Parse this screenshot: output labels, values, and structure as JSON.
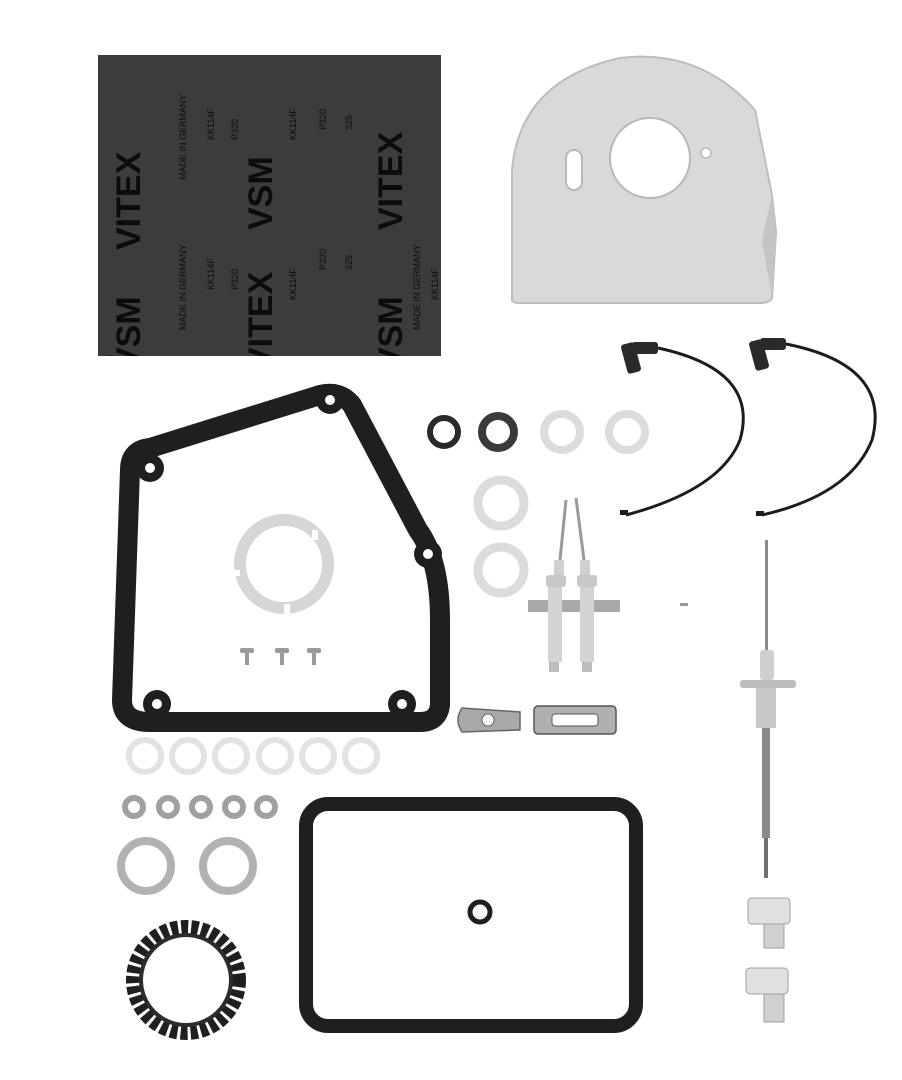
{
  "image": {
    "type": "product-photo",
    "background": "#ffffff"
  },
  "sandpaper": {
    "brand_a": "VSM",
    "brand_b": "VITEX",
    "made_in": "MADE IN GERMANY",
    "code": "KK114F",
    "grit": "P320",
    "number": "325",
    "color": "#3a3a3a"
  },
  "colors": {
    "gasket_black": "#1f1f1f",
    "light_part": "#d8d8d8",
    "ring_light": "#dcdcdc",
    "ring_mid": "#a9a9a9",
    "metal": "#b8b8b8"
  }
}
